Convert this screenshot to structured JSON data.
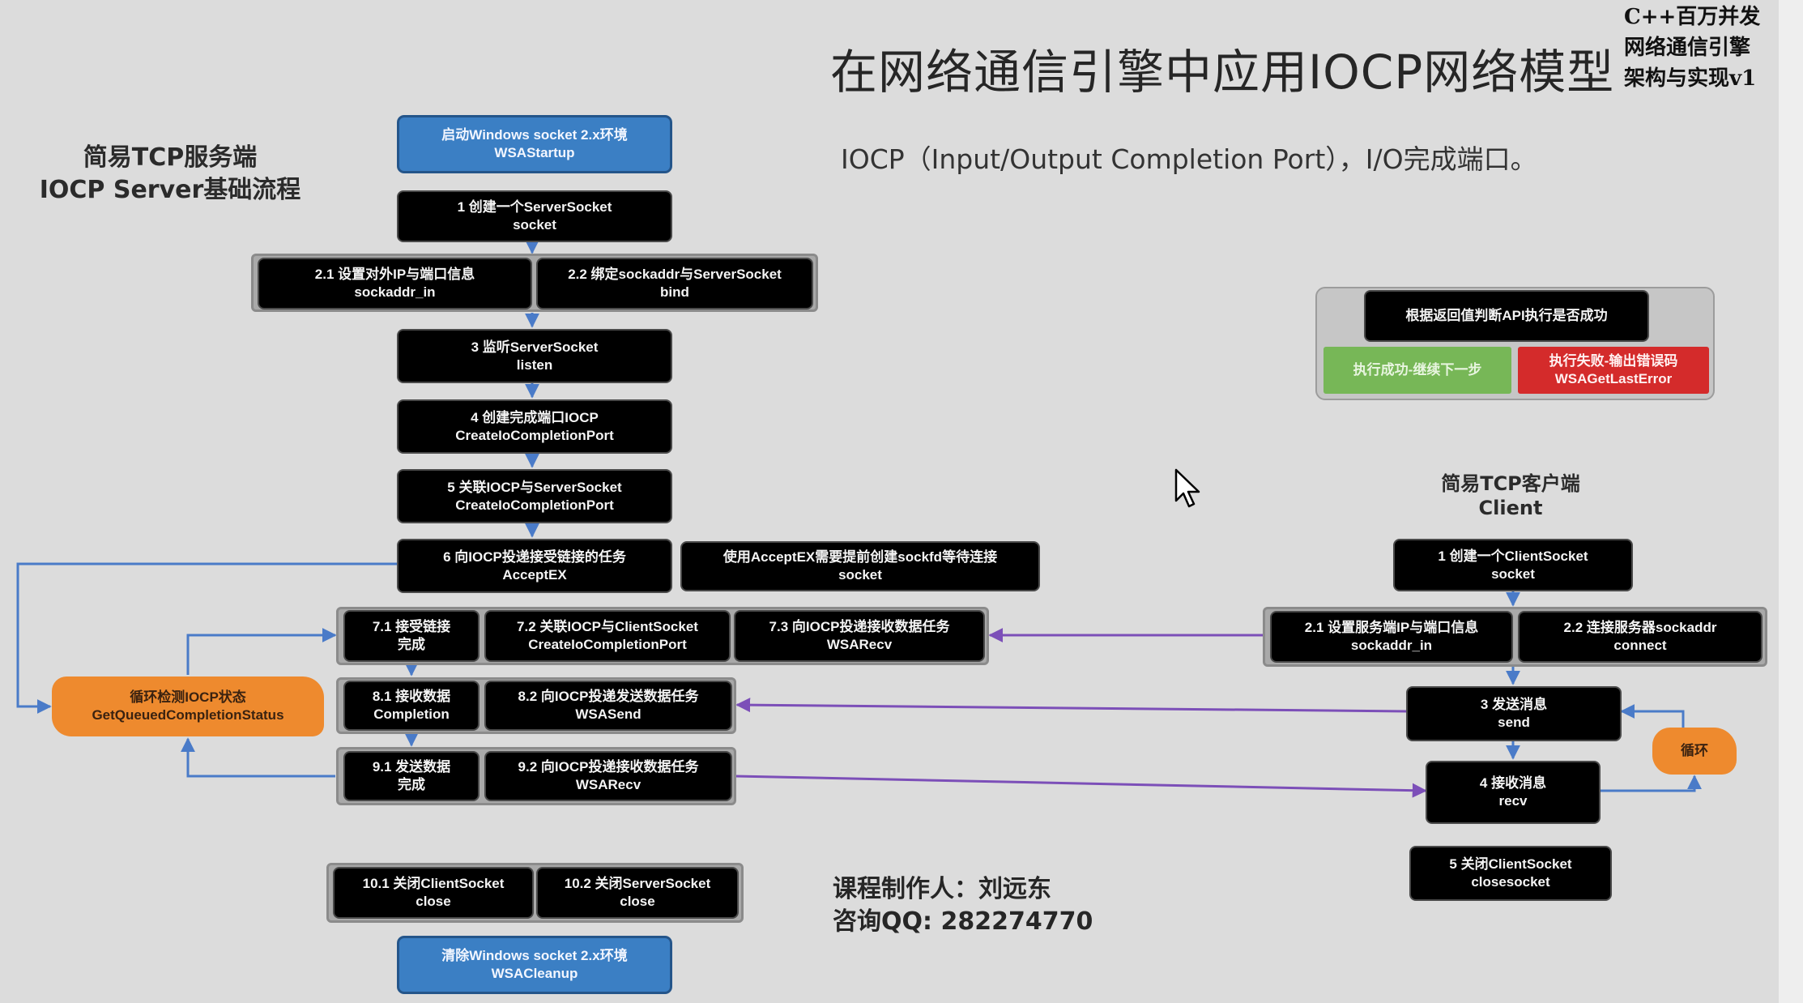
{
  "slide": {
    "title": "在网络通信引擎中应用IOCP网络模型",
    "brand": [
      "C++百万并发",
      "网络通信引擎",
      "架构与实现v1"
    ],
    "subtitle": "IOCP（Input/Output Completion Port），I/O完成端口。",
    "credit": {
      "author": "课程制作人：刘远东",
      "qq": "咨询QQ: 282274770"
    }
  },
  "server": {
    "heading_line1": "简易TCP服务端",
    "heading_line2": "IOCP Server基础流程",
    "steps": {
      "startup": {
        "l1": "启动Windows socket 2.x环境",
        "l2": "WSAStartup"
      },
      "s1": {
        "l1": "1 创建一个ServerSocket",
        "l2": "socket"
      },
      "s2_1": {
        "l1": "2.1 设置对外IP与端口信息",
        "l2": "sockaddr_in"
      },
      "s2_2": {
        "l1": "2.2 绑定sockaddr与ServerSocket",
        "l2": "bind"
      },
      "s3": {
        "l1": "3 监听ServerSocket",
        "l2": "listen"
      },
      "s4": {
        "l1": "4 创建完成端口IOCP",
        "l2": "CreateIoCompletionPort"
      },
      "s5": {
        "l1": "5 关联IOCP与ServerSocket",
        "l2": "CreateIoCompletionPort"
      },
      "s6": {
        "l1": "6 向IOCP投递接受链接的任务",
        "l2": "AcceptEX"
      },
      "s6_note": {
        "l1": "使用AcceptEX需要提前创建sockfd等待连接",
        "l2": "socket"
      },
      "s7_1": {
        "l1": "7.1 接受链接",
        "l2": "完成"
      },
      "s7_2": {
        "l1": "7.2 关联IOCP与ClientSocket",
        "l2": "CreateIoCompletionPort"
      },
      "s7_3": {
        "l1": "7.3 向IOCP投递接收数据任务",
        "l2": "WSARecv"
      },
      "s8_1": {
        "l1": "8.1 接收数据",
        "l2": "Completion"
      },
      "s8_2": {
        "l1": "8.2 向IOCP投递发送数据任务",
        "l2": "WSASend"
      },
      "s9_1": {
        "l1": "9.1 发送数据",
        "l2": "完成"
      },
      "s9_2": {
        "l1": "9.2 向IOCP投递接收数据任务",
        "l2": "WSARecv"
      },
      "s10_1": {
        "l1": "10.1 关闭ClientSocket",
        "l2": "close"
      },
      "s10_2": {
        "l1": "10.2 关闭ServerSocket",
        "l2": "close"
      },
      "cleanup": {
        "l1": "清除Windows socket 2.x环境",
        "l2": "WSACleanup"
      },
      "loop": {
        "l1": "循环检测IOCP状态",
        "l2": "GetQueuedCompletionStatus"
      }
    }
  },
  "legend": {
    "check": "根据返回值判断API执行是否成功",
    "success": "执行成功-继续下一步",
    "fail_l1": "执行失败-输出错误码",
    "fail_l2": "WSAGetLastError"
  },
  "client": {
    "heading_line1": "简易TCP客户端",
    "heading_line2": "Client",
    "steps": {
      "c1": {
        "l1": "1 创建一个ClientSocket",
        "l2": "socket"
      },
      "c2_1": {
        "l1": "2.1 设置服务端IP与端口信息",
        "l2": "sockaddr_in"
      },
      "c2_2": {
        "l1": "2.2 连接服务器sockaddr",
        "l2": "connect"
      },
      "c3": {
        "l1": "3 发送消息",
        "l2": "send"
      },
      "c4": {
        "l1": "4 接收消息",
        "l2": "recv"
      },
      "c5": {
        "l1": "5 关闭ClientSocket",
        "l2": "closesocket"
      },
      "loop": {
        "l1": "循环"
      }
    }
  },
  "colors": {
    "accent_blue": "#3b7fc4",
    "accent_orange": "#ee8a2e",
    "success_green": "#77b757",
    "fail_red": "#d42b2b",
    "wire_blue": "#4a7bc8",
    "wire_purple": "#7c4fb8"
  }
}
